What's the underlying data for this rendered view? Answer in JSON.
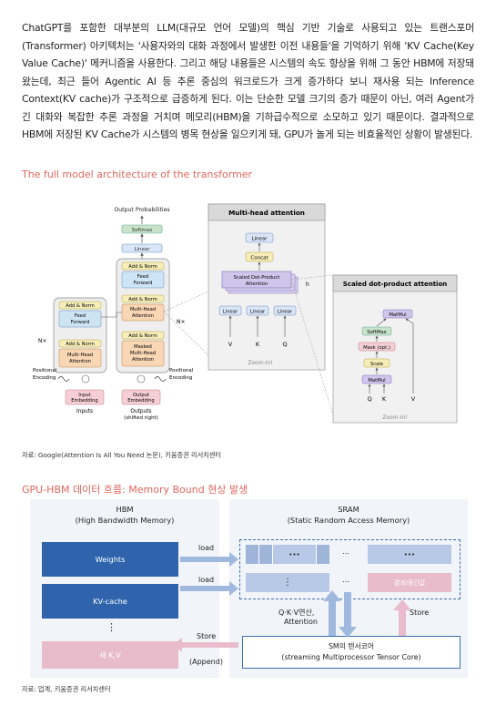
{
  "paragraph": "ChatGPT를 포함한 대부분의 LLM(대규모 언어 모델)의 핵심 기반 기술로 사용되고 있는 트랜스포머(Transformer) 아키텍처는 '사용자와의 대화 과정에서 발생한 이전 내용들'을 기억하기 위해 'KV Cache(Key Value Cache)' 메커니즘을 사용한다. 그리고 해당 내용들은 시스템의 속도 향상을 위해 그 동안 HBM에 저장돼 왔는데, 최근 들어 Agentic AI 등 추론 중심의 워크로드가 크게 증가하다 보니 재사용 되는 Inference Context(KV cache)가 구조적으로 급증하게 된다. 이는 단순한 모델 크기의 증가 때문이 아닌, 여러 Agent가 긴 대화와 복잡한 추론 과정을 거치며 메모리(HBM)을 기하급수적으로 소모하고 있기 때문이다. 결과적으로 HBM에 저장된 KV Cache가 시스템의 병목 현상을 일으키게 돼, GPU가 놀게 되는 비효율적인 상황이 발생된다.",
  "figure1": {
    "title": "The full model architecture of the transformer",
    "caption": "자료: Google(Attention Is All You Need 논문), 키움증권 리서치센터",
    "left": {
      "output_probabilities": "Output Probabilities",
      "softmax": "Softmax",
      "linear": "Linear",
      "add_norm": "Add & Norm",
      "feed_forward": "Feed Forward",
      "multi_head_attention": "Multi-Head Attention",
      "masked_multi_head_attention": "Masked Multi-Head Attention",
      "input_embedding": "Input Embedding",
      "output_embedding": "Output Embedding",
      "positional_encoding": "Positional Encoding",
      "inputs": "Inputs",
      "outputs": "Outputs (shifted right)",
      "nx": "N×"
    },
    "mha": {
      "title": "Multi-head attention",
      "linear": "Linear",
      "concat": "Concat",
      "sdpa": "Scaled Dot-Product Attention",
      "h": "h",
      "v": "V",
      "k": "K",
      "q": "Q",
      "zoom": "Zoom-In!"
    },
    "sdpa": {
      "title": "Scaled dot-product attention",
      "matmul": "MatMul",
      "softmax": "SoftMax",
      "mask": "Mask (opt.)",
      "scale": "Scale",
      "q": "Q",
      "k": "K",
      "v": "V",
      "zoom": "Zoom-In!"
    }
  },
  "figure2": {
    "title": "GPU-HBM 데이터 흐름: Memory Bound 현상 발생",
    "caption": "자료: 업계, 키움증권 리서치센터",
    "hbm_title_1": "HBM",
    "hbm_title_2": "(High Bandwidth Memory)",
    "weights": "Weights",
    "kv_cache": "KV-cache",
    "vdots": "⋮",
    "new_kv": "새 K,V",
    "sram_title_1": "SRAM",
    "sram_title_2": "(Static Random Access Memory)",
    "dots": "•••",
    "ellipsis": "…",
    "result": "결과/중간값",
    "load_1": "load",
    "load_2": "load",
    "store_left": "Store",
    "append": "(Append)",
    "qkv_1": "Q·K·V연산,",
    "qkv_2": "Attention",
    "store_right": "Store",
    "core_1": "SM의 텐서코어",
    "core_2": "(streaming Multiprocessor Tensor Core)"
  }
}
